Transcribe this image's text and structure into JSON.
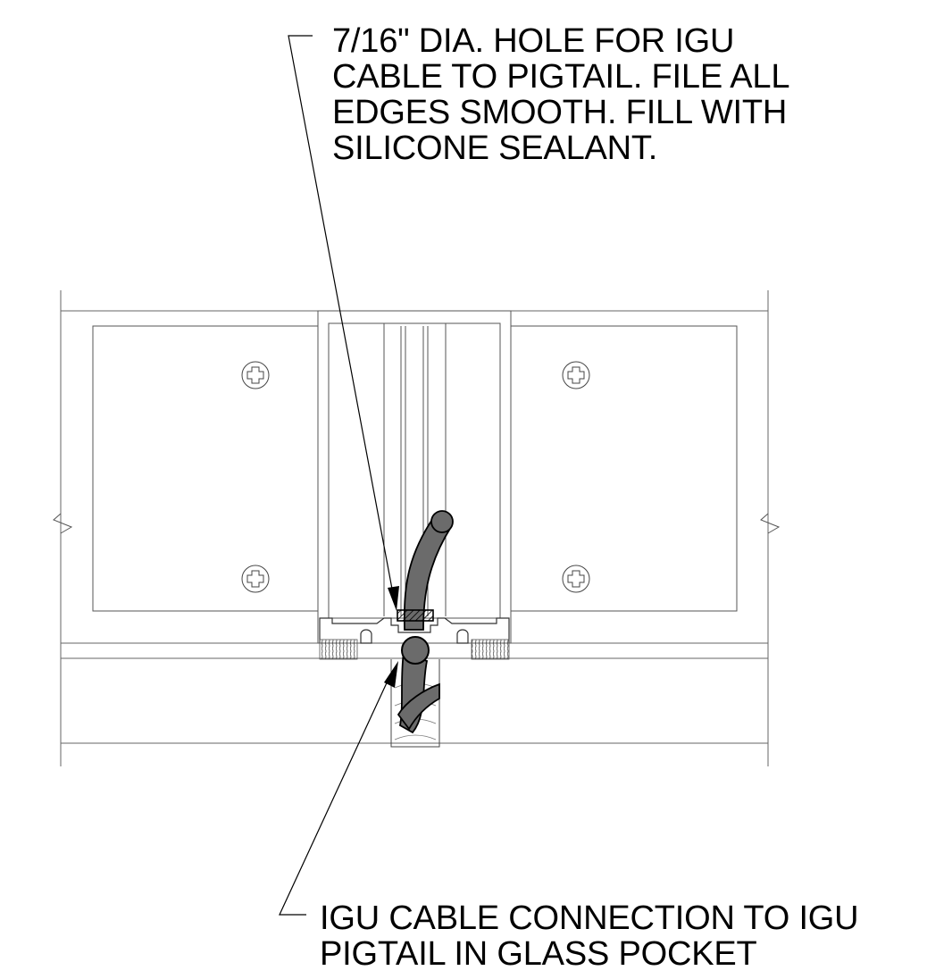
{
  "notes": {
    "hole": {
      "lines": [
        "7/16\" DIA. HOLE FOR IGU",
        "CABLE TO PIGTAIL. FILE ALL",
        "EDGES SMOOTH. FILL WITH",
        "SILICONE SEALANT."
      ]
    },
    "connection": {
      "lines": [
        "IGU CABLE CONNECTION TO IGU",
        "PIGTAIL IN GLASS POCKET"
      ]
    }
  },
  "colors": {
    "line": "#000000",
    "thin_line": "#555555",
    "cable_fill": "#6b6b6b",
    "background": "#ffffff"
  },
  "icons": [
    "screw-head-icon",
    "arrowhead-icon",
    "break-line-icon"
  ]
}
